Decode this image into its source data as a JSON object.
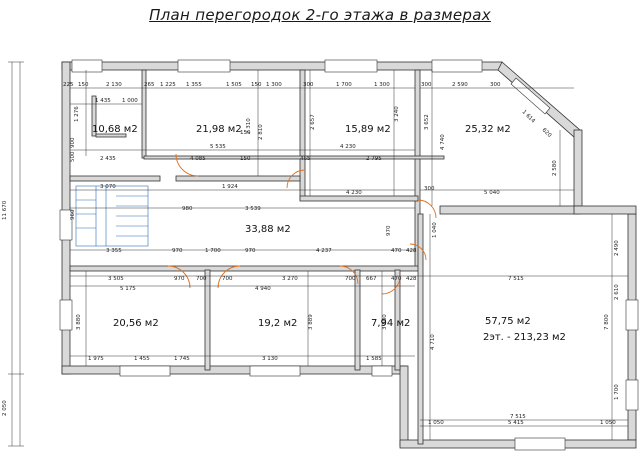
{
  "title": "План перегородок 2-го этажа в размерах",
  "rooms": [
    {
      "id": "r1",
      "area": "10,68 м2"
    },
    {
      "id": "r2",
      "area": "21,98 м2"
    },
    {
      "id": "r3",
      "area": "15,89 м2"
    },
    {
      "id": "r4",
      "area": "25,32 м2"
    },
    {
      "id": "r5",
      "area": "33,88 м2"
    },
    {
      "id": "r6",
      "area": "20,56 м2"
    },
    {
      "id": "r7",
      "area": "19,2 м2"
    },
    {
      "id": "r8",
      "area": "7,94 м2"
    },
    {
      "id": "r9",
      "area": "57,75 м2"
    }
  ],
  "total_label": "2эт. - 213,23 м2",
  "dimensions": {
    "left_total": "11 670",
    "left_bottom": "2 050",
    "top_row": [
      "225",
      "150",
      "2 130",
      "265",
      "1 225",
      "1 355",
      "1 505",
      "150",
      "1 300",
      "300",
      "1 700",
      "1 300",
      "300",
      "2 590",
      "300"
    ],
    "row2": [
      "1 435",
      "1 000",
      "2 435",
      "4 085",
      "5 535",
      "150",
      "465",
      "4 230",
      "2 795",
      "2 310",
      "150"
    ],
    "row3": [
      "3 070",
      "980",
      "1 924",
      "3 539",
      "4 230",
      "5 040",
      "300"
    ],
    "row4": [
      "3 355",
      "970",
      "1 700",
      "970",
      "4 237",
      "470",
      "428"
    ],
    "row5": [
      "3 505",
      "970",
      "700",
      "700",
      "3 270",
      "700",
      "667",
      "470",
      "428",
      "7 515"
    ],
    "row6": [
      "5 175",
      "4 940",
      "2 490"
    ],
    "row7": [
      "1 975",
      "1 455",
      "1 745",
      "3 130",
      "1 585"
    ],
    "verticals": [
      "1 276",
      "2 810",
      "2 657",
      "3 240",
      "3 652",
      "4 740",
      "2 580",
      "1 040",
      "3 880",
      "3 889",
      "3 880",
      "4 710",
      "7 800",
      "1 700",
      "2 610",
      "1 614",
      "620",
      "900",
      "500",
      "970",
      "960"
    ],
    "bottom": [
      "7 515",
      "1 050",
      "5 415",
      "1 050"
    ]
  }
}
